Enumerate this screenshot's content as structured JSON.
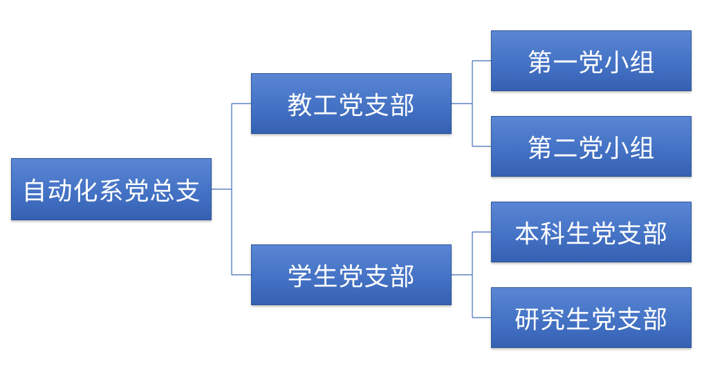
{
  "root": {
    "label": "自动化系党总支"
  },
  "branches": [
    {
      "label": "教工党支部",
      "children": [
        {
          "label": "第一党小组"
        },
        {
          "label": "第二党小组"
        }
      ]
    },
    {
      "label": "学生党支部",
      "children": [
        {
          "label": "本科生党支部"
        },
        {
          "label": "研究生党支部"
        }
      ]
    }
  ],
  "colors": {
    "node_fill": "#4472c4",
    "node_border": "#2f5597",
    "connector": "#3f6bb8",
    "text": "#ffffff"
  }
}
